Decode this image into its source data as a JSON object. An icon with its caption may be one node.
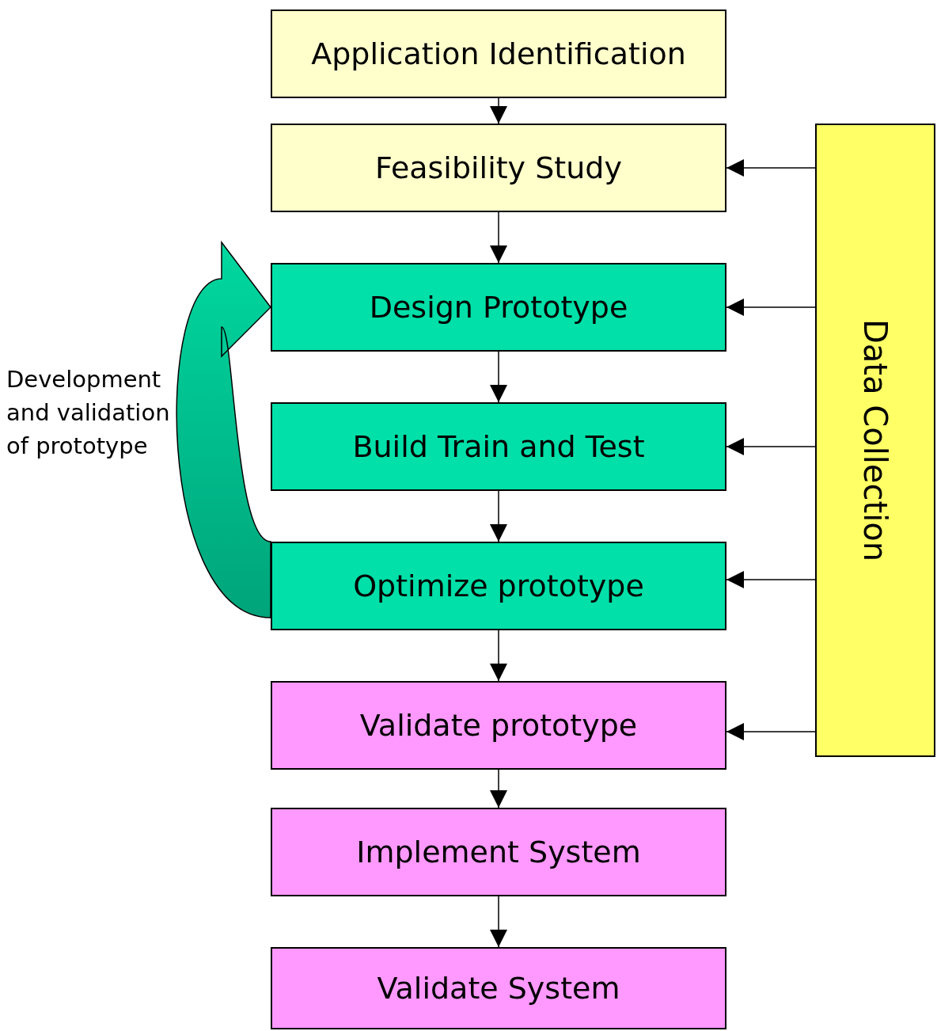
{
  "diagram": {
    "nodes": [
      {
        "text": [
          "Application Identification"
        ]
      },
      {
        "text": [
          "Feasibility Study"
        ]
      },
      {
        "text": [
          "Design Prototype"
        ]
      },
      {
        "text": [
          "Build Train and Test"
        ]
      },
      {
        "text": [
          "Optimize prototype"
        ]
      },
      {
        "text": [
          "Validate prototype"
        ]
      },
      {
        "text": [
          "Implement System"
        ]
      },
      {
        "text": [
          "Validate System"
        ]
      },
      {
        "text": [
          "Data Collection"
        ]
      }
    ],
    "edges": [
      {
        "from": 0,
        "to": 1,
        "arrow": "to"
      },
      {
        "from": 1,
        "to": 2,
        "arrow": "to"
      },
      {
        "from": 2,
        "to": 3,
        "arrow": "to"
      },
      {
        "from": 3,
        "to": 4,
        "arrow": "to"
      },
      {
        "from": 4,
        "to": 5,
        "arrow": "to"
      },
      {
        "from": 5,
        "to": 6,
        "arrow": "to"
      },
      {
        "from": 6,
        "to": 7,
        "arrow": "to"
      },
      {
        "from": 8,
        "to": 1,
        "arrow": "to"
      },
      {
        "from": 8,
        "to": 2,
        "arrow": "to"
      },
      {
        "from": 8,
        "to": 3,
        "arrow": "to"
      },
      {
        "from": 8,
        "to": 4,
        "arrow": "to"
      },
      {
        "from": 8,
        "to": 5,
        "arrow": "to"
      },
      {
        "from": 4,
        "to": 2,
        "arrow": "to",
        "label": "Development and validation of prototype",
        "style": "thick",
        "color": "#00d8a0"
      }
    ]
  }
}
